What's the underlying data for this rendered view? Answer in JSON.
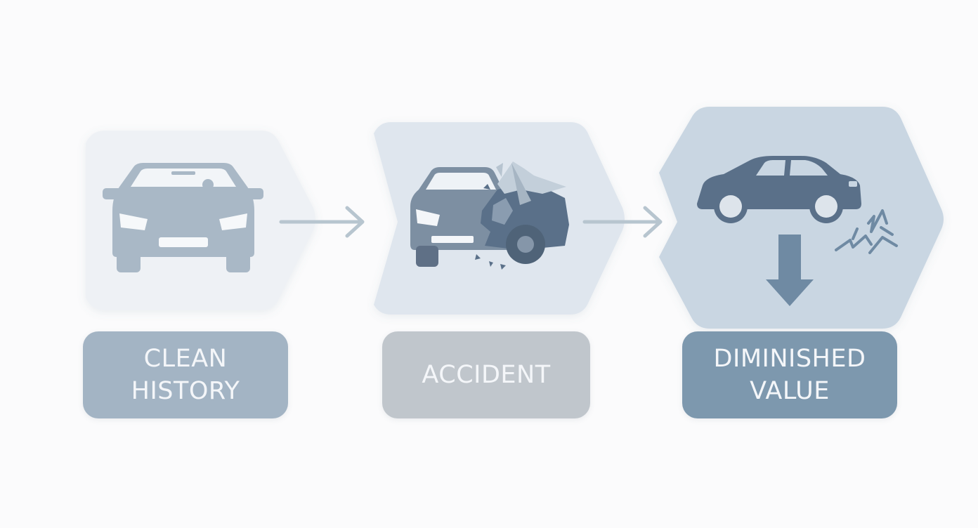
{
  "steps": [
    {
      "id": "clean",
      "lines": [
        "CLEAN",
        "HISTORY"
      ],
      "icon": "clean-car-icon"
    },
    {
      "id": "accident",
      "lines": [
        "ACCIDENT"
      ],
      "icon": "crashed-car-icon"
    },
    {
      "id": "diminished",
      "lines": [
        "DIMINISHED",
        "VALUE"
      ],
      "icon": "car-value-drop-icon"
    }
  ],
  "colors": {
    "background": "#fbfbfc",
    "clean_hex": "#eef1f5",
    "accident_hex": "#dfe6ee",
    "diminished_hex": "#c9d6e2",
    "clean_label": "#a3b4c4",
    "accident_label": "#c0c6cc",
    "diminished_label": "#7d98ae",
    "icon_light": "#9fb0c0",
    "icon_mid": "#7d8fa2",
    "icon_dark": "#5a7089",
    "arrow": "#b7c5cf",
    "down_arrow": "#6f8aa3",
    "label_text": "#f4f6f9"
  }
}
